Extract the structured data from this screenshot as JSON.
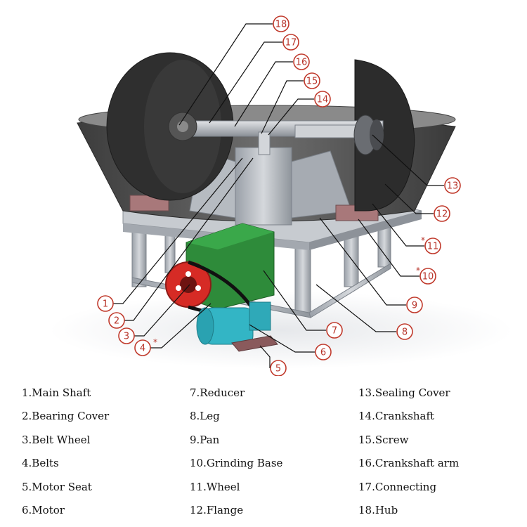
{
  "colors": {
    "callout": "#c0392b",
    "steel": "#b7bcc3",
    "dark_wheel": "#2f2f2f",
    "reducer": "#2e8b3a",
    "motor": "#33b5c5",
    "belt_wheel": "#d62b25"
  },
  "callouts": [
    {
      "num": "18"
    },
    {
      "num": "17"
    },
    {
      "num": "16"
    },
    {
      "num": "15"
    },
    {
      "num": "14"
    },
    {
      "num": "13"
    },
    {
      "num": "12"
    },
    {
      "num": "11",
      "star": "*"
    },
    {
      "num": "10",
      "star": "*"
    },
    {
      "num": "9"
    },
    {
      "num": "8"
    },
    {
      "num": "7"
    },
    {
      "num": "6"
    },
    {
      "num": "5"
    },
    {
      "num": "4",
      "star": "*"
    },
    {
      "num": "3"
    },
    {
      "num": "2"
    },
    {
      "num": "1"
    }
  ],
  "legend": {
    "col1": [
      "1.Main Shaft",
      "2.Bearing Cover",
      "3.Belt Wheel",
      "4.Belts",
      "5.Motor Seat",
      "6.Motor"
    ],
    "col2": [
      "7.Reducer",
      "8.Leg",
      "9.Pan",
      "10.Grinding Base",
      "11.Wheel",
      "12.Flange"
    ],
    "col3": [
      "13.Sealing Cover",
      "14.Crankshaft",
      "15.Screw",
      "16.Crankshaft arm",
      "17.Connecting",
      "18.Hub"
    ]
  }
}
